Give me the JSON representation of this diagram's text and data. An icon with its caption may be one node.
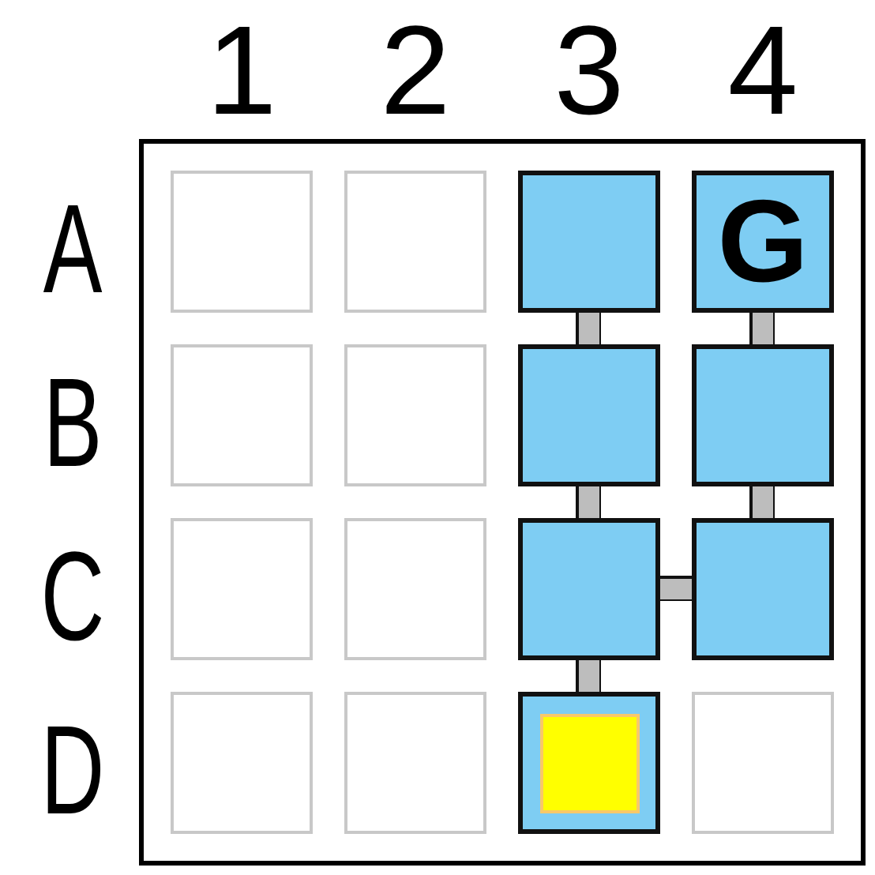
{
  "diagram": {
    "nodes": [
      {
        "text": [],
        "shape": "box"
      },
      {
        "text": [],
        "shape": "box",
        "in": 0
      },
      {
        "text": [],
        "shape": "box",
        "in": 0
      },
      {
        "text": [],
        "shape": "box",
        "in": 0
      },
      {
        "text": [
          "G"
        ],
        "in": 0
      },
      {
        "text": [],
        "shape": "box",
        "in": 0
      },
      {
        "text": [],
        "shape": "box",
        "in": 0
      },
      {
        "text": [],
        "shape": "box",
        "in": 0
      },
      {
        "text": [],
        "shape": "box",
        "in": 0
      },
      {
        "text": [],
        "shape": "box",
        "in": 0
      },
      {
        "text": [],
        "shape": "box",
        "in": 0
      },
      {
        "text": [],
        "shape": "box",
        "in": 0
      },
      {
        "text": [],
        "shape": "box",
        "in": 0
      },
      {
        "text": [],
        "shape": "box",
        "in": 0
      },
      {
        "text": [],
        "shape": "box",
        "in": 0
      },
      {
        "text": [],
        "shape": "box",
        "in": 0
      },
      {
        "text": [],
        "shape": "box",
        "in": 0
      },
      {
        "text": [],
        "shape": "box",
        "in": 15
      }
    ],
    "edges": [
      {
        "from": 3,
        "to": 7,
        "arrow": "none"
      },
      {
        "from": 4,
        "to": 8,
        "arrow": "none"
      },
      {
        "from": 7,
        "to": 11,
        "arrow": "none"
      },
      {
        "from": 8,
        "to": 12,
        "arrow": "none"
      },
      {
        "from": 11,
        "to": 12,
        "arrow": "none"
      },
      {
        "from": 11,
        "to": 15,
        "arrow": "none"
      }
    ],
    "labels": [
      "1",
      "2",
      "3",
      "4",
      "A",
      "B",
      "C",
      "D"
    ]
  }
}
